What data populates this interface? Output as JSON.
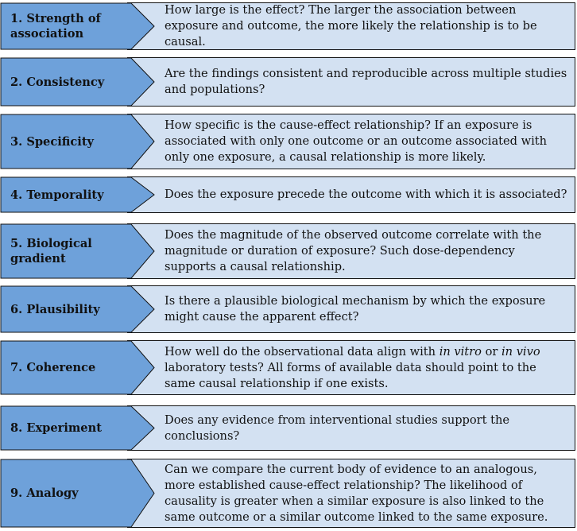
{
  "colors": {
    "arrow_fill": "#6ea1da",
    "arrow_stroke": "#111111",
    "box_fill": "#d3e1f2",
    "box_stroke": "#111111"
  },
  "criteria": [
    {
      "label": "1. Strength of association",
      "description": "How large is the effect? The larger the association between exposure and outcome, the more likely the relationship is to be causal."
    },
    {
      "label": "2. Consistency",
      "description": "Are the findings consistent and reproducible across multiple studies and populations?"
    },
    {
      "label": "3. Specificity",
      "description": "How specific is the cause-effect relationship? If an exposure is associated with only one outcome or an outcome associated with only one exposure, a causal relationship is more likely."
    },
    {
      "label": "4. Temporality",
      "description": "Does the exposure precede the outcome with which it is associated?"
    },
    {
      "label": "5. Biological gradient",
      "description": "Does the magnitude of the observed outcome correlate with the magnitude or duration of exposure? Such dose-dependency supports a causal relationship."
    },
    {
      "label": "6. Plausibility",
      "description": "Is there a plausible biological mechanism by which the exposure might cause the apparent effect?"
    },
    {
      "label": "7. Coherence",
      "description_parts": [
        {
          "text": "How well do the observational data align with ",
          "italic": false
        },
        {
          "text": "in vitro",
          "italic": true
        },
        {
          "text": " or ",
          "italic": false
        },
        {
          "text": "in vivo",
          "italic": true
        },
        {
          "text": " laboratory tests? All forms of available data should point to the same causal relationship if one exists.",
          "italic": false
        }
      ]
    },
    {
      "label": "8. Experiment",
      "description": "Does any evidence from interventional studies support the conclusions?"
    },
    {
      "label": "9. Analogy",
      "description": "Can we compare the current body of evidence to an analogous, more established cause-effect relationship?  The likelihood of causality is greater when a similar exposure is also linked to the same outcome or a similar outcome linked to the same exposure."
    }
  ]
}
